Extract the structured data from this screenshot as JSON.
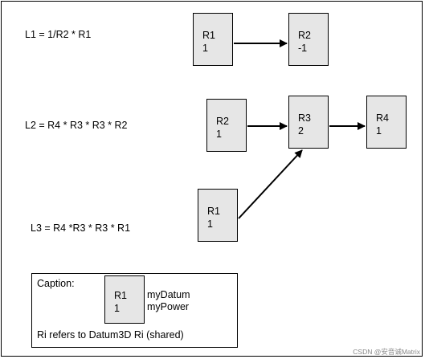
{
  "equations": {
    "l1": "L1 = 1/R2 * R1",
    "l2": "L2 = R4 * R3 * R3 * R2",
    "l3": "L3 = R4 *R3 * R3 * R1"
  },
  "nodes": {
    "l1_r1": {
      "name": "R1",
      "power": "1"
    },
    "l1_r2": {
      "name": "R2",
      "power": "-1"
    },
    "l2_r2": {
      "name": "R2",
      "power": "1"
    },
    "r3": {
      "name": "R3",
      "power": "2"
    },
    "r4": {
      "name": "R4",
      "power": "1"
    },
    "l3_r1": {
      "name": "R1",
      "power": "1"
    }
  },
  "caption": {
    "title": "Caption:",
    "box_name": "R1",
    "box_power": "1",
    "datum_label": "myDatum",
    "power_label": "myPower",
    "note": "Ri refers to Datum3D Ri (shared)"
  },
  "watermark": "CSDN @安音诚Matrix"
}
